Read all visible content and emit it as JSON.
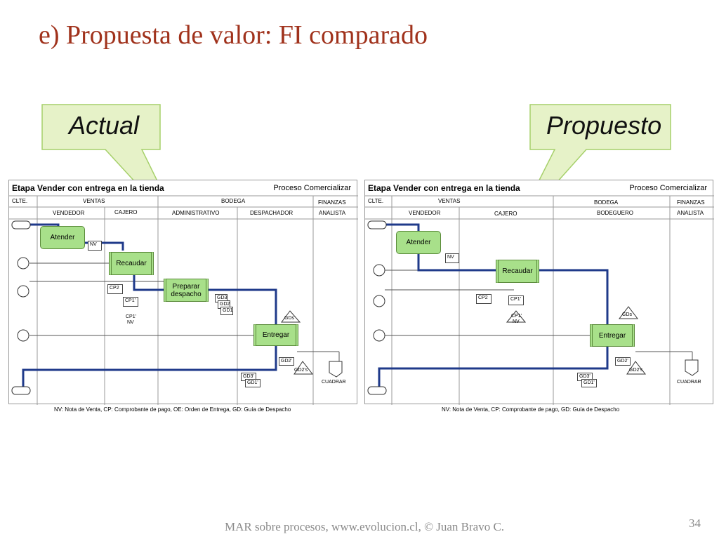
{
  "slide": {
    "title": "e) Propuesta de valor: FI comparado",
    "footer": "MAR sobre procesos, www.evolucion.cl, © Juan Bravo C.",
    "page_number": "34"
  },
  "callouts": {
    "actual": "Actual",
    "propuesto": "Propuesto"
  },
  "left": {
    "stage_title": "Etapa Vender con entrega en la tienda",
    "process": "Proceso Comercializar",
    "top_headers": [
      "CLTE.",
      "VENTAS",
      "BODEGA",
      "FINANZAS"
    ],
    "sub_headers": [
      "VENDEDOR",
      "CAJERO",
      "ADMINISTRATIVO",
      "DESPACHADOR",
      "ANALISTA"
    ],
    "activities": [
      "Atender",
      "Recaudar",
      "Preparar despacho",
      "Entregar"
    ],
    "docs": [
      "NV",
      "CP2",
      "CP1'",
      "CP1'",
      "NV",
      "GD3",
      "GD2",
      "GD1",
      "GDs",
      "GD2'",
      "GD2's",
      "GD3'",
      "GD1'",
      "CUADRAR"
    ],
    "legend": "NV: Nota de Venta, CP: Comprobante de pago, OE: Orden de Entrega, GD: Guía de Despacho"
  },
  "right": {
    "stage_title": "Etapa Vender con entrega en la tienda",
    "process": "Proceso Comercializar",
    "top_headers": [
      "CLTE.",
      "VENTAS",
      "BODEGA",
      "FINANZAS"
    ],
    "sub_headers": [
      "VENDEDOR",
      "CAJERO",
      "BODEGUERO",
      "ANALISTA"
    ],
    "activities": [
      "Atender",
      "Recaudar",
      "Entregar"
    ],
    "docs": [
      "NV",
      "CP2",
      "CP1'",
      "CP1'",
      "NV",
      "GDs",
      "GD2'",
      "GD2's",
      "GD3'",
      "GD1'",
      "CUADRAR"
    ],
    "legend": "NV: Nota de Venta, CP: Comprobante de pago, GD: Guía de Despacho"
  },
  "colors": {
    "title": "#a0321c",
    "callout_fill": "#e6f2c8",
    "callout_border": "#a6d06a",
    "flow": "#1f3a8a",
    "activity": "#a8e08a"
  }
}
